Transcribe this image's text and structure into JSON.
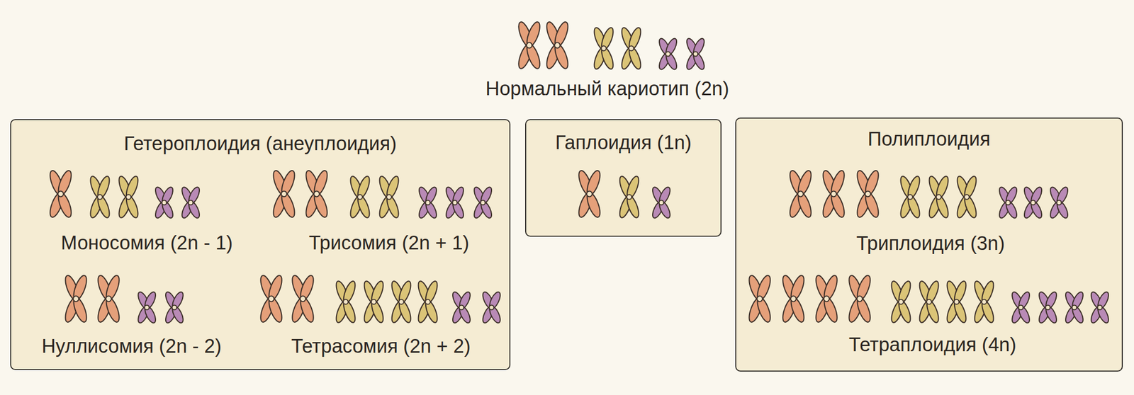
{
  "diagram": {
    "nodes": [
      {
        "text": [
          "Гетероплоидия (анеуплоидия)"
        ]
      },
      {
        "text": [
          "Гаплоидия (1n)"
        ]
      },
      {
        "text": [
          "Полиплоидия"
        ]
      }
    ],
    "labels": [
      "Нормальный кариотип (2n)",
      "Моносомия (2n - 1)",
      "Трисомия (2n + 1)",
      "Нуллисомия (2n - 2)",
      "Тетрасомия (2n + 2)",
      "Триплоидия (3n)",
      "Тетраплоидия (4n)"
    ]
  }
}
